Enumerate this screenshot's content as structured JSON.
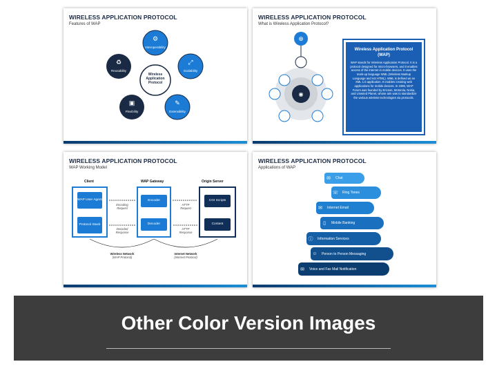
{
  "slides": [
    {
      "title": "WIRELESS APPLICATION PROTOCOL",
      "subtitle": "Features of WAP",
      "center": "Wireless Application Protocol",
      "features": [
        "Interoperability",
        "Scalability",
        "Extensibility",
        "Flexibility",
        "Reusability"
      ]
    },
    {
      "title": "WIRELESS APPLICATION PROTOCOL",
      "subtitle": "What is Wireless Application Protocol?",
      "card_title": "Wireless Application Protocol (WAP)",
      "card_body": "WAP stands for Wireless Application Protocol. It is a protocol designed for micro-browsers, and it enables access of the internet in mobile devices. It uses the mark-up language WML (Wireless Markup Language and not HTML). WML is defined as an XML 1.0 application. It enables creating web applications for mobile devices. In 1998, WAP Forum was founded by Ericson, Motorola, Nokia, and Unwired Planet, whose aim was to standardize the various wireless technologies via protocols."
    },
    {
      "title": "WIRELESS APPLICATION PROTOCOL",
      "subtitle": "WAP Working Model",
      "client": "Client",
      "gateway": "WAP Gateway",
      "origin": "Origin Server",
      "client_boxes": [
        "WAP User Agent",
        "Protocol Stack"
      ],
      "gateway_boxes": [
        "Encoder",
        "Decoder"
      ],
      "origin_boxes": [
        "CGI Scripts",
        "Content"
      ],
      "enc_req": "Encoding",
      "enc_req2": "Request",
      "dec_resp": "Decoded",
      "dec_resp2": "Response",
      "http_req": "HTTP",
      "http_req2": "Request",
      "http_resp": "HTTP",
      "http_resp2": "Response",
      "wireless": "Wireless Network",
      "wireless_sub": "(WAP Protocol)",
      "internet": "Internet Network",
      "internet_sub": "(Internet Protocol)"
    },
    {
      "title": "WIRELESS APPLICATION PROTOCOL",
      "subtitle": "Applications of WAP",
      "apps": [
        "Chat",
        "Ring Tones",
        "Internet Email",
        "Mobile Banking",
        "Information Services",
        "Person to Person Messaging",
        "Voice and Fax Mail Notification"
      ]
    }
  ],
  "banner": {
    "text": "Other Color Version Images"
  },
  "colors": {
    "dark": "#1a2a44",
    "blue": "#1c7cd5",
    "navy": "#10305a"
  }
}
